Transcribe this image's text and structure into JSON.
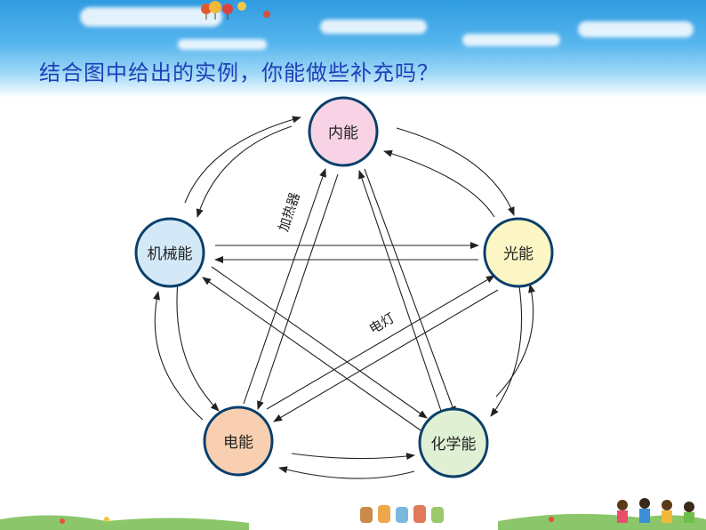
{
  "heading": "结合图中给出的实例，你能做些补充吗？",
  "nodes": {
    "internal": "内能",
    "light": "光能",
    "mechanical": "机械能",
    "electric": "电能",
    "chemical": "化学能"
  },
  "examples": {
    "heater": "加热器",
    "lamp": "电灯"
  },
  "colors": {
    "heading": "#1f3fb8",
    "internal_fill": "#f8d3e6",
    "light_fill": "#fbf6c4",
    "mechanical_fill": "#d4e9f7",
    "electric_fill": "#f8cfb0",
    "chemical_fill": "#dff0d4",
    "node_stroke": "#0a3f6b"
  }
}
